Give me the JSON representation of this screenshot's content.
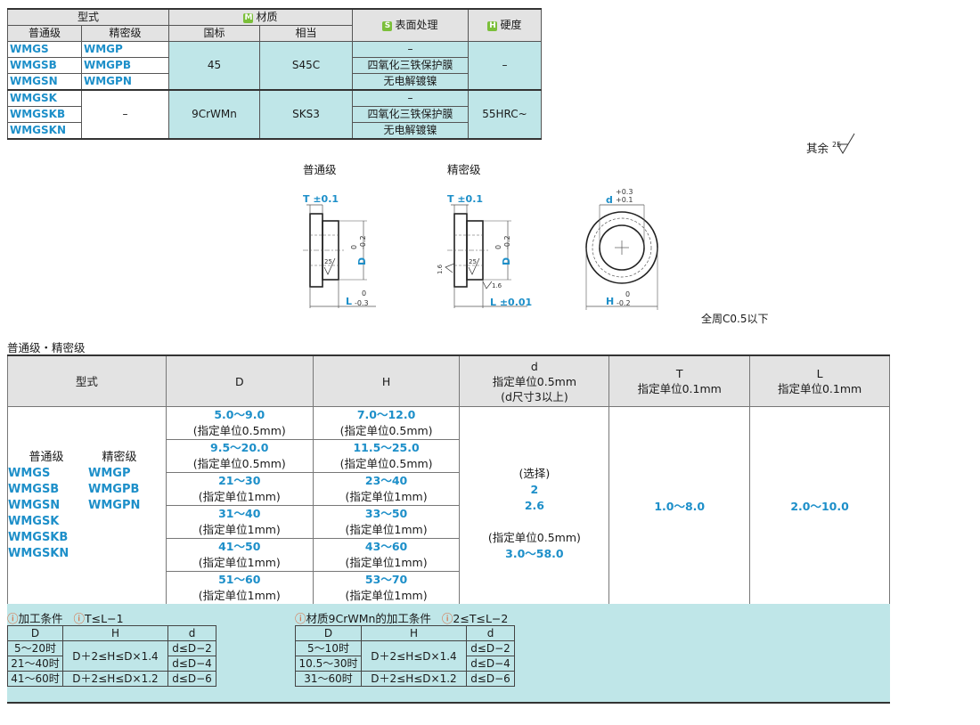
{
  "material_table": {
    "header": {
      "model": "型式",
      "material": "材质",
      "surface": "表面处理",
      "hardness": "硬度",
      "normal": "普通级",
      "precision": "精密级",
      "national": "国标",
      "equivalent": "相当",
      "badge_m": "M",
      "badge_s": "S",
      "badge_h": "H"
    },
    "rows": [
      {
        "normal": "WMGS",
        "precision": "WMGP",
        "surface": "–"
      },
      {
        "normal": "WMGSB",
        "precision": "WMGPB",
        "surface": "四氧化三铁保护膜"
      },
      {
        "normal": "WMGSN",
        "precision": "WMGPN",
        "surface": "无电解镀镍"
      },
      {
        "normal": "WMGSK",
        "precision": "",
        "surface": "–"
      },
      {
        "normal": "WMGSKB",
        "precision": "",
        "surface": "四氧化三铁保护膜"
      },
      {
        "normal": "WMGSKN",
        "precision": "",
        "surface": "无电解镀镍"
      }
    ],
    "group1": {
      "national": "45",
      "equivalent": "S45C",
      "hardness": "–"
    },
    "group2": {
      "precision": "–",
      "national": "9CrWMn",
      "equivalent": "SKS3",
      "hardness": "55HRC~"
    }
  },
  "drawing": {
    "rest": "其余",
    "rest_roughness": "25",
    "normal_title": "普通级",
    "precision_title": "精密级",
    "t_tol": "T ±0.1",
    "d_tol": "D",
    "d_tol_upper": "0",
    "d_tol_lower": "-0.2",
    "l_label": "L",
    "l_tol_upper": "0",
    "l_tol_lower": "-0.3",
    "l_tol_precision": "L ±0.01",
    "roughness_25": "25",
    "roughness_16": "1.6",
    "dia_d": "d",
    "dia_d_upper": "+0.3",
    "dia_d_lower": "+0.1",
    "dia_h": "H",
    "dia_h_upper": "0",
    "dia_h_lower": "-0.2",
    "chamfer": "全周C0.5以下"
  },
  "spec_caption": "普通级・精密级",
  "spec_table": {
    "headers": {
      "model": "型式",
      "D": "D",
      "H": "H",
      "d_line1": "d",
      "d_line2": "指定单位0.5mm",
      "d_line3": "(d尺寸3以上)",
      "T_line1": "T",
      "T_line2": "指定单位0.1mm",
      "L_line1": "L",
      "L_line2": "指定单位0.1mm"
    },
    "models": {
      "normal_title": "普通级",
      "precision_title": "精密级",
      "normal": [
        "WMGS",
        "WMGSB",
        "WMGSN",
        "WMGSK",
        "WMGSKB",
        "WMGSKN"
      ],
      "precision": [
        "WMGP",
        "WMGPB",
        "WMGPN"
      ]
    },
    "rows": [
      {
        "D": "5.0～9.0",
        "D_unit": "(指定单位0.5mm)",
        "H": "7.0～12.0",
        "H_unit": "(指定单位0.5mm)"
      },
      {
        "D": "9.5～20.0",
        "D_unit": "(指定单位0.5mm)",
        "H": "11.5～25.0",
        "H_unit": "(指定单位0.5mm)"
      },
      {
        "D": "21～30",
        "D_unit": "(指定单位1mm)",
        "H": "23～40",
        "H_unit": "(指定单位1mm)"
      },
      {
        "D": "31～40",
        "D_unit": "(指定单位1mm)",
        "H": "33～50",
        "H_unit": "(指定单位1mm)"
      },
      {
        "D": "41～50",
        "D_unit": "(指定单位1mm)",
        "H": "43～60",
        "H_unit": "(指定单位1mm)"
      },
      {
        "D": "51～60",
        "D_unit": "(指定单位1mm)",
        "H": "53～70",
        "H_unit": "(指定单位1mm)"
      }
    ],
    "d_col": {
      "select": "(选择)",
      "v1": "2",
      "v2": "2.6",
      "unit": "(指定单位0.5mm)",
      "range": "3.0～58.0"
    },
    "T_range": "1.0～8.0",
    "L_range": "2.0～10.0"
  },
  "conditions": {
    "left": {
      "title": "加工条件",
      "cond": "T≤L−1",
      "headers": [
        "D",
        "H",
        "d"
      ],
      "rows": [
        {
          "D": "5～20时",
          "d": "d≤D−2"
        },
        {
          "D": "21～40时",
          "d": "d≤D−4"
        },
        {
          "D": "41～60时",
          "H": "D＋2≤H≤D×1.2",
          "d": "d≤D−6"
        }
      ],
      "h_merged": "D＋2≤H≤D×1.4"
    },
    "right": {
      "title": "材质9CrWMn的加工条件",
      "cond": "2≤T≤L−2",
      "headers": [
        "D",
        "H",
        "d"
      ],
      "rows": [
        {
          "D": "5～10时",
          "d": "d≤D−2"
        },
        {
          "D": "10.5～30时",
          "d": "d≤D−4"
        },
        {
          "D": "31～60时",
          "H": "D＋2≤H≤D×1.2",
          "d": "d≤D−6"
        }
      ],
      "h_merged": "D＋2≤H≤D×1.4"
    }
  },
  "colors": {
    "accent_blue": "#1d8fc9",
    "cyan_fill": "#bfe6e8",
    "header_gray": "#e3e3e3",
    "badge_green": "#7bbf3a",
    "warn_orange": "#e0521d"
  }
}
